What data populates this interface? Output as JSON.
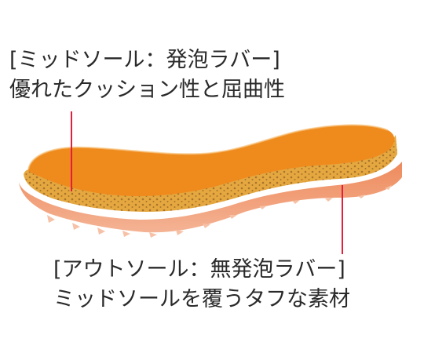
{
  "midsole": {
    "title": "[ミッドソール：発泡ラバー]",
    "description": "優れたクッション性と屈曲性"
  },
  "outsole": {
    "title": "[アウトソール：無発泡ラバー]",
    "description": "ミッドソールを覆うタフな素材"
  },
  "colors": {
    "insole_top": "#ef8a1d",
    "midsole_sponge": "#e5a73f",
    "midsole_dots": "#a8742c",
    "outsole": "#e8784a",
    "outsole_tread": "#f2a583",
    "leader_line": "#e2203c",
    "text": "#2a2a2a"
  }
}
